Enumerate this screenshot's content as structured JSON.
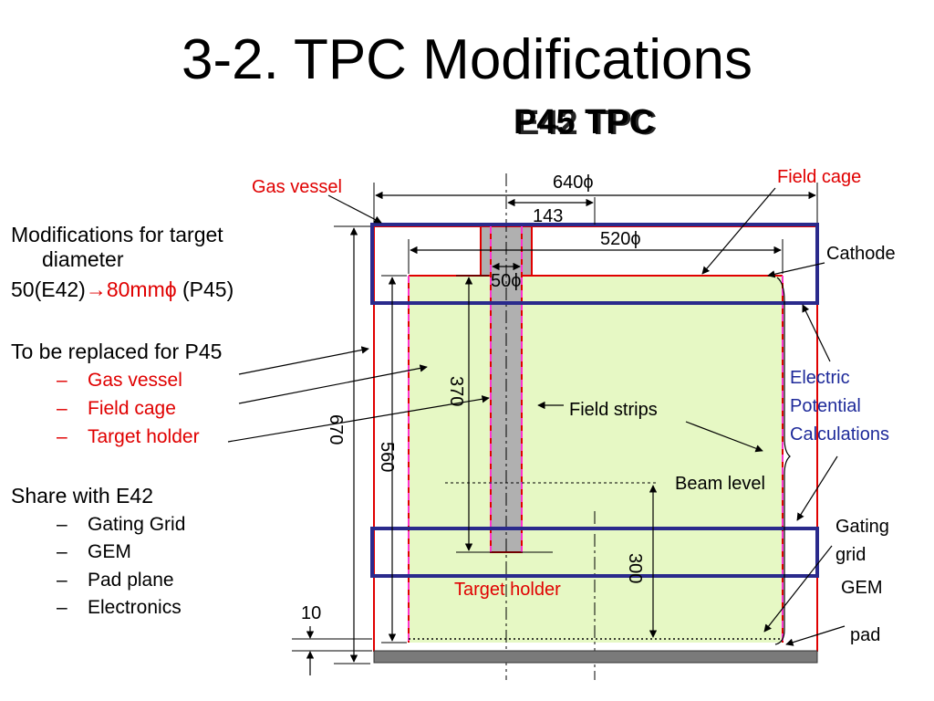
{
  "title": "3-2. TPC Modifications",
  "tpc_labels": [
    "P45 TPC",
    "E42 TPC"
  ],
  "left_panel": {
    "mod_heading_line1": "Modifications for target",
    "mod_heading_line2": "diameter",
    "mod_detail_prefix": "50(E42)",
    "mod_detail_highlight": "→80mmϕ",
    "mod_detail_suffix": " (P45)",
    "replaced_heading": "To be replaced for P45",
    "replaced_items": [
      "Gas vessel",
      "Field cage",
      "Target holder"
    ],
    "share_heading": "Share with E42",
    "share_items": [
      "Gating Grid",
      "GEM",
      "Pad plane",
      "Electronics"
    ]
  },
  "diagram_labels": {
    "gas_vessel": "Gas vessel",
    "field_cage": "Field cage",
    "cathode": "Cathode",
    "electric_potential": [
      "Electric",
      "Potential",
      "Calculations"
    ],
    "field_strips": "Field strips",
    "beam_level": "Beam level",
    "gating_grid": [
      "Gating",
      "grid"
    ],
    "gem": "GEM",
    "pad": "pad",
    "target_holder": "Target holder"
  },
  "dimensions": {
    "d640": "640ϕ",
    "d143": "143",
    "d520": "520ϕ",
    "d50": "50ϕ",
    "h370": "370",
    "h670": "670",
    "h560": "560",
    "h300": "300",
    "t10": "10"
  },
  "colors": {
    "red": "#e00000",
    "blue_frame": "#2a2a8c",
    "field_fill": "#e6f8c4",
    "target_fill": "#b0b0b0",
    "dashed_magenta": "#ff33cc",
    "pad_fill": "#7a7a7a"
  }
}
